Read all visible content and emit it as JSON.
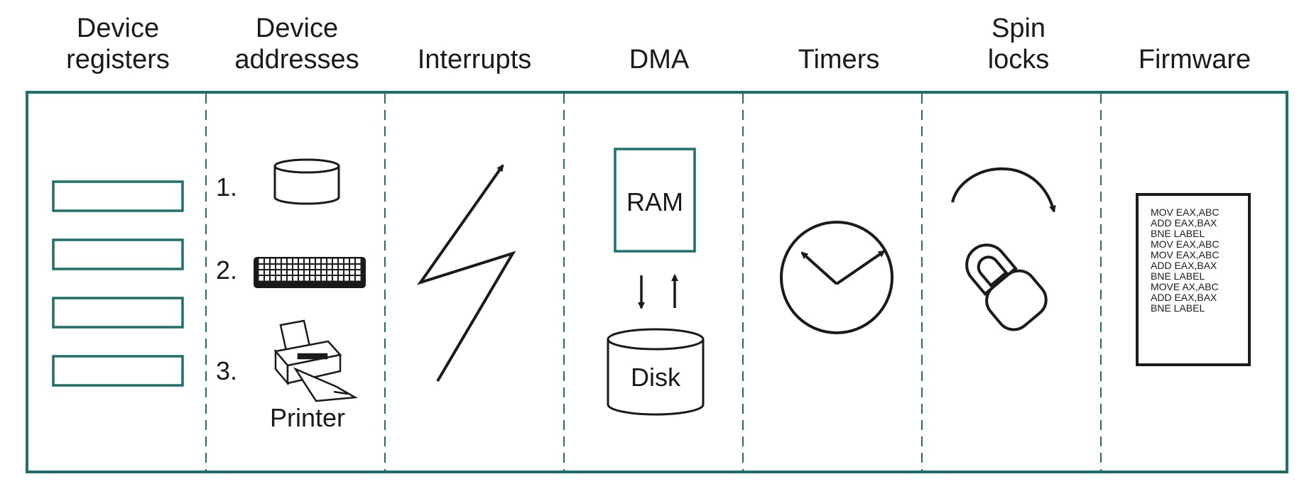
{
  "columns": [
    {
      "id": "registers",
      "lines": [
        "Device",
        "registers"
      ]
    },
    {
      "id": "addresses",
      "lines": [
        "Device",
        "addresses"
      ]
    },
    {
      "id": "interrupts",
      "lines": [
        "",
        "Interrupts"
      ]
    },
    {
      "id": "dma",
      "lines": [
        "",
        "DMA"
      ]
    },
    {
      "id": "timers",
      "lines": [
        "",
        "Timers"
      ]
    },
    {
      "id": "spinlocks",
      "lines": [
        "Spin",
        "locks"
      ]
    },
    {
      "id": "firmware",
      "lines": [
        "",
        "Firmware"
      ]
    }
  ],
  "addresses": {
    "labels": [
      "1.",
      "2.",
      "3."
    ],
    "printer_label": "Printer"
  },
  "dma": {
    "ram_label": "RAM",
    "disk_label": "Disk"
  },
  "firmware": {
    "code_lines": [
      "MOV EAX,ABC",
      "ADD EAX,BAX",
      "BNE LABEL",
      "MOV EAX,ABC",
      "MOV EAX,ABC",
      "ADD EAX,BAX",
      "BNE LABEL",
      "MOVE AX,ABC",
      "ADD EAX,BAX",
      "BNE LABEL"
    ]
  },
  "colors": {
    "frame": "#1f6f6a",
    "ink": "#1a1a1a",
    "divider": "#1f6f6a"
  },
  "icons": [
    "disk-cylinder-icon",
    "keyboard-icon",
    "printer-icon",
    "lightning-bolt-icon",
    "arrow-down-icon",
    "arrow-up-icon",
    "clock-icon",
    "curved-arrow-icon",
    "lock-icon",
    "code-page-icon"
  ]
}
